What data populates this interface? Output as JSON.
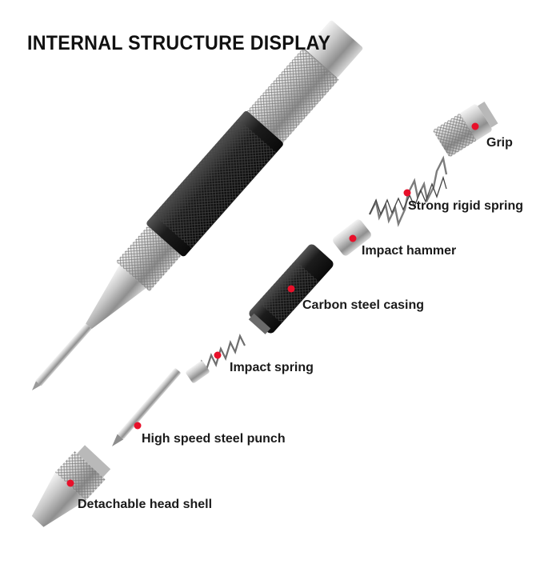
{
  "title": "INTERNAL STRUCTURE DISPLAY",
  "parts": {
    "grip": "Grip",
    "strong_spring": "Strong rigid spring",
    "impact_hammer": "Impact hammer",
    "casing": "Carbon steel casing",
    "impact_spring": "Impact spring",
    "punch": "High speed steel punch",
    "head_shell": "Detachable head shell"
  },
  "colors": {
    "marker": "#e8102a",
    "steel": "#c9c9c9",
    "black_body": "#1b1b1b",
    "text": "#1a1a1a"
  }
}
